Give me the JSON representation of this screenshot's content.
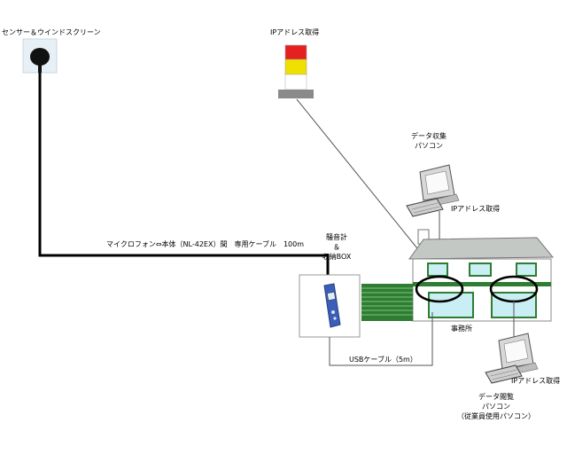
{
  "labels": {
    "sensor": "センサー＆ウインドスクリーン",
    "ip_address_top": "IPアドレス取得",
    "collector_pc": "データ収集\nパソコン",
    "ip_address_collector": "IPアドレス取得",
    "cable_mic": "マイクロフォン⇔本体（NL-42EX）間　専用ケーブル　100m",
    "meter_box": "騒音計\n＆\n収納BOX",
    "office": "事務所",
    "usb_cable": "USBケーブル（5m）",
    "ip_address_viewer": "IPアドレス取得",
    "viewer_pc": "データ閲覧\nパソコン\n（従業員使用パソコン）"
  },
  "colors": {
    "lamp_red": "#e62020",
    "lamp_yellow": "#f0e000",
    "lamp_white": "#ffffff",
    "roof_gray": "#c4c8c4",
    "wall": "#ffffff",
    "window_green": "#2e7d32",
    "window_glass": "#c9eef3",
    "meter_blue": "#3b5fb8"
  }
}
